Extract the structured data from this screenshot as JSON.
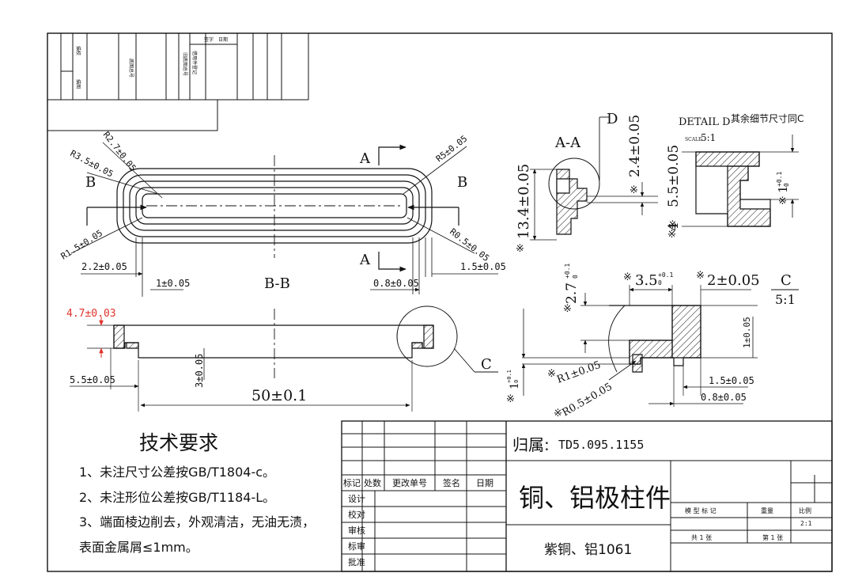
{
  "corner_block": {
    "labels": [
      "签字",
      "日期",
      "底图总号",
      "旧底图总号",
      "借用件登记",
      "描图",
      "描校"
    ]
  },
  "views": {
    "top": {
      "label_a_upper": "A",
      "label_a_lower": "A",
      "label_b_left": "B",
      "label_b_right": "B",
      "r_3_5": "R3.5±0.05",
      "r_2_7": "R2.7±0.05",
      "r_5": "R5±0.05",
      "r_1_5": "R1.5±0.05",
      "r_0_5": "R0.5±0.05",
      "dim_2_2": "2.2±0.05",
      "dim_1": "1±0.05",
      "dim_1_5": "1.5±0.05",
      "dim_0_8": "0.8±0.05"
    },
    "bb": {
      "title": "B-B",
      "dim_4_7": "4.7±0.03",
      "dim_4_7_color": "#e0332b",
      "dim_5_5": "5.5±0.05",
      "dim_3": "3±0.05",
      "dim_50": "50±0.1",
      "callout_c": "C"
    },
    "aa": {
      "title": "A-A",
      "detail_ref": "D",
      "dim_13_4": "13.4±0.05",
      "dim_13_4_mark": "※",
      "dim_2_4": "2.4±0.05",
      "dim_2_4_mark": "※"
    },
    "detail_d": {
      "title": "DETAIL D",
      "note": "其余细节尺寸同C",
      "scale_label": "SCALE",
      "scale_value": "5:1",
      "dim_5_5": "5.5±0.05",
      "dim_5_5_mark": "※",
      "dim_4": "4",
      "dim_4_mark": "※",
      "dim_1_base": "1",
      "dim_1_mark": "※",
      "tol_upper": "+0.1",
      "tol_lower": "0"
    },
    "detail_c": {
      "title": "C",
      "scale": "5:1",
      "dim_3_5": "3.5",
      "dim_3_5_mark": "※",
      "tol_upper": "+0.1",
      "tol_lower": "0",
      "dim_2": "2±0.05",
      "dim_2_mark": "※",
      "dim_2_7": "2.7",
      "dim_2_7_mark": "※",
      "dim_1_h": "1±0.05",
      "dim_1_v": "1",
      "dim_1_v_mark": "※",
      "r_1": "R1±0.05",
      "r_1_mark": "※",
      "r_0_5": "R0.5±0.05",
      "r_0_5_mark": "※",
      "dim_1_5": "1.5±0.05",
      "dim_0_8": "0.8±0.05"
    }
  },
  "tech_requirements": {
    "heading": "技术要求",
    "items": [
      "1、未注尺寸公差按GB/T1804-c。",
      "2、未注形位公差按GB/T1184-L。",
      "3、端面棱边削去，外观清洁，无油无渍，",
      "表面金属屑≤1mm。"
    ]
  },
  "title_block": {
    "ownership_label": "归属:",
    "ownership_value": "TD5.095.1155",
    "part_name": "铜、铝极柱件",
    "material": "紫铜、铝1061",
    "revision_headers": [
      "标记",
      "处数",
      "更改单号",
      "签名",
      "日期"
    ],
    "roles": [
      "设计",
      "校对",
      "审核",
      "标审",
      "批准"
    ],
    "stage_mark_label": "模 型 标 记",
    "weight_label": "重量",
    "scale_label": "比例",
    "scale_value": "2:1",
    "sheets_total": "共 1 张",
    "sheet_no": "第 1 张"
  }
}
